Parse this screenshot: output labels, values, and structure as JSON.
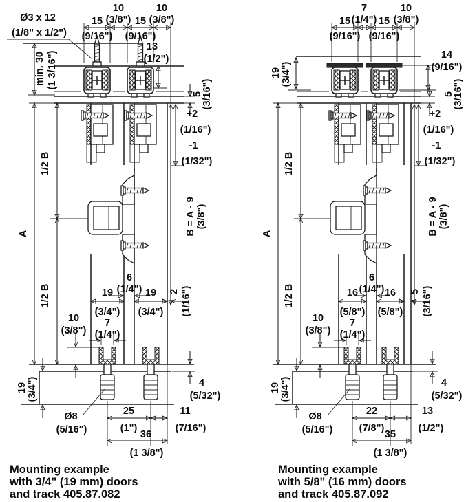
{
  "left": {
    "caption": [
      "Mounting example",
      "with 3/4\" (19 mm) doors",
      "and track 405.87.082"
    ],
    "dims": {
      "drill": {
        "v": "Ø3 x 12",
        "i": "(1/8\" x 1/2\")"
      },
      "gap1": {
        "v": "10",
        "i": "(3/8\")"
      },
      "gap2": {
        "v": "10",
        "i": "(3/8\")"
      },
      "carr1": {
        "v": "15",
        "i": "(9/16\")"
      },
      "carr2": {
        "v": "15",
        "i": "(9/16\")"
      },
      "clearance": {
        "v": "min. 30",
        "i": "(1 3/16\")"
      },
      "track_h": {
        "v": "13",
        "i": "(1/2\")"
      },
      "track_door_gap": {
        "v": "5",
        "i": "(3/16\")"
      },
      "adj_plus": {
        "v": "+2",
        "i": "(1/16\")"
      },
      "adj_minus": {
        "v": "-1",
        "i": "(1/32\")"
      },
      "half_b_top": {
        "v": "1/2 B"
      },
      "half_b_bottom": {
        "v": "1/2 B"
      },
      "height_a": {
        "v": "A"
      },
      "formula": {
        "v": "B = A - 9",
        "i": "(3/8\")"
      },
      "door_gap": {
        "v": "6",
        "i": "(1/4\")"
      },
      "door_t1": {
        "v": "19",
        "i": "(3/4\")"
      },
      "door_t2": {
        "v": "19",
        "i": "(3/4\")"
      },
      "rear_gap": {
        "v": "2",
        "i": "(1/16\")"
      },
      "groove_depth": {
        "v": "10",
        "i": "(3/8\")"
      },
      "groove_width": {
        "v": "7",
        "i": "(1/4\")"
      },
      "board_t": {
        "v": "19",
        "i": "(3/4\")"
      },
      "dowel": {
        "v": "Ø8",
        "i": "(5/16\")"
      },
      "pin_spacing": {
        "v": "25",
        "i": "(1\")"
      },
      "edge_dist": {
        "v": "11",
        "i": "(7/16\")"
      },
      "overall": {
        "v": "36",
        "i": "(1 3/8\")"
      },
      "bottom_gap": {
        "v": "4",
        "i": "(5/32\")"
      }
    }
  },
  "right": {
    "caption": [
      "Mounting example",
      "with 5/8\" (16 mm) doors",
      "and track 405.87.092"
    ],
    "dims": {
      "recess": {
        "v": "19",
        "i": "(3/4\")"
      },
      "gap1": {
        "v": "7",
        "i": "(1/4\")"
      },
      "gap2": {
        "v": "10",
        "i": "(3/8\")"
      },
      "carr1": {
        "v": "15",
        "i": "(9/16\")"
      },
      "carr2": {
        "v": "15",
        "i": "(9/16\")"
      },
      "track_h": {
        "v": "14",
        "i": "(9/16\")"
      },
      "track_door_gap": {
        "v": "5",
        "i": "(3/16\")"
      },
      "adj_plus": {
        "v": "+2",
        "i": "(1/16\")"
      },
      "adj_minus": {
        "v": "-1",
        "i": "(1/32\")"
      },
      "half_b_top": {
        "v": "1/2 B"
      },
      "half_b_bottom": {
        "v": "1/2 B"
      },
      "height_a": {
        "v": "A"
      },
      "formula": {
        "v": "B = A - 9",
        "i": "(3/8\")"
      },
      "door_gap": {
        "v": "6",
        "i": "(1/4\")"
      },
      "door_t1": {
        "v": "16",
        "i": "(5/8\")"
      },
      "door_t2": {
        "v": "16",
        "i": "(5/8\")"
      },
      "rear_gap": {
        "v": "5",
        "i": "(3/16\")"
      },
      "groove_depth": {
        "v": "10",
        "i": "(3/8\")"
      },
      "groove_width": {
        "v": "7",
        "i": "(1/4\")"
      },
      "board_t": {
        "v": "19",
        "i": "(3/4\")"
      },
      "dowel": {
        "v": "Ø8",
        "i": "(5/16\")"
      },
      "pin_spacing": {
        "v": "22",
        "i": "(7/8\")"
      },
      "edge_dist": {
        "v": "13",
        "i": "(1/2\")"
      },
      "overall": {
        "v": "35",
        "i": "(1 3/8\")"
      },
      "bottom_gap": {
        "v": "4",
        "i": "(5/32\")"
      }
    }
  }
}
